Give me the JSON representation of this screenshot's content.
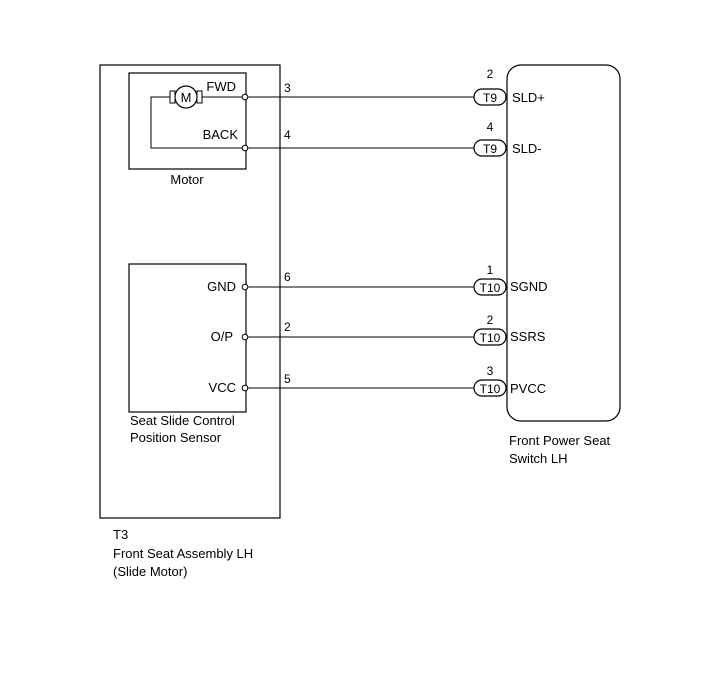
{
  "components": {
    "assembly": {
      "code": "T3",
      "name_line1": "Front Seat Assembly LH",
      "name_line2": "(Slide Motor)"
    },
    "motor": {
      "label": "Motor",
      "symbol": "M",
      "fwd_label": "FWD",
      "back_label": "BACK"
    },
    "sensor": {
      "name_line1": "Seat Slide Control",
      "name_line2": "Position Sensor",
      "gnd_label": "GND",
      "op_label": "O/P",
      "vcc_label": "VCC"
    },
    "switch": {
      "name_line1": "Front Power Seat",
      "name_line2": "Switch LH"
    }
  },
  "wires": [
    {
      "from_pin": "3",
      "connector": "T9",
      "to_pin": "2",
      "terminal": "SLD+"
    },
    {
      "from_pin": "4",
      "connector": "T9",
      "to_pin": "4",
      "terminal": "SLD-"
    },
    {
      "from_pin": "6",
      "connector": "T10",
      "to_pin": "1",
      "terminal": "SGND"
    },
    {
      "from_pin": "2",
      "connector": "T10",
      "to_pin": "2",
      "terminal": "SSRS"
    },
    {
      "from_pin": "5",
      "connector": "T10",
      "to_pin": "3",
      "terminal": "PVCC"
    }
  ],
  "colors": {
    "line": "#000000",
    "background": "#ffffff"
  }
}
